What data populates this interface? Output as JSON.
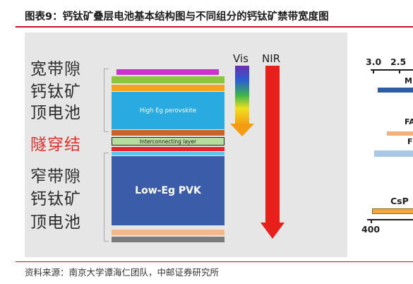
{
  "header": {
    "title": "图表9：钙钛矿叠层电池基本结构图与不同组分的钙钛矿禁带宽度图"
  },
  "diagram": {
    "top_cell_label": [
      "宽带隙",
      "钙钛矿",
      "顶电池"
    ],
    "junction_label": "隧穿结",
    "bottom_cell_label": [
      "窄带隙",
      "钙钛矿",
      "顶电池"
    ],
    "layers": {
      "high_eg": "High Eg perovskite",
      "interconnecting": "Interconnecting layer",
      "low_eg": "Low-Eg PVK"
    },
    "arrows": {
      "vis": "Vis",
      "nir": "NIR"
    },
    "colors": {
      "accent": "#c8102e",
      "junction_text": "#e0302c",
      "panel": "#e6e6e6",
      "top_contact": "#cc33cc",
      "transport_green": "#8cc63f",
      "transport_orange": "#f7a21b",
      "high_eg": "#29abe2",
      "recombination_brown": "#c8642a",
      "interconnecting": "#b7dd9a",
      "red_layer": "#e8232a",
      "thin_blue": "#5cc4ee",
      "low_eg": "#3b5ca8",
      "peach_layer": "#f4b88a",
      "back_contact": "#7b7b7b",
      "nir_arrow": "#e8201c"
    }
  },
  "bandgap_chart": {
    "axis_top_ticks": [
      "3.0",
      "2.5"
    ],
    "axis_bottom_tick": "400",
    "labels": [
      "M",
      "FA",
      "F",
      "CsP"
    ],
    "colors": {
      "bar_1": "#2d5da5",
      "bar_2": "#f6b07c",
      "bar_3": "#a8c8e6",
      "bar_4": "#f2a93b"
    }
  },
  "footer": {
    "source": "资料来源：南京大学谭海仁团队，中邮证券研究所"
  }
}
